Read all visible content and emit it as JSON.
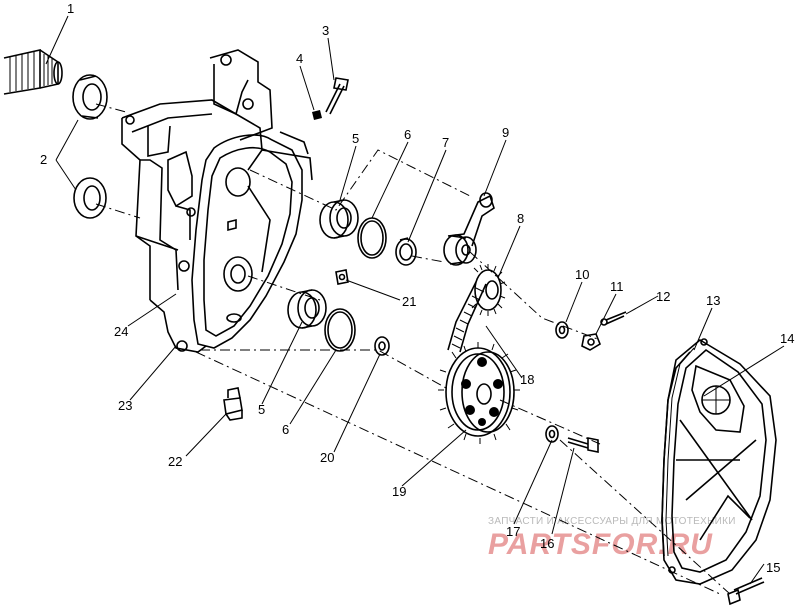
{
  "callouts": [
    "1",
    "2",
    "3",
    "4",
    "5",
    "6",
    "7",
    "9",
    "8",
    "10",
    "11",
    "12",
    "13",
    "14",
    "21",
    "24",
    "23",
    "5",
    "6",
    "20",
    "18",
    "19",
    "22",
    "17",
    "16",
    "15"
  ],
  "watermark": {
    "tagline": "ЗАПЧАСТИ И АКСЕССУАРЫ ДЛЯ МОТОТЕХНИКИ",
    "brand": "PARTSFOR.RU"
  }
}
